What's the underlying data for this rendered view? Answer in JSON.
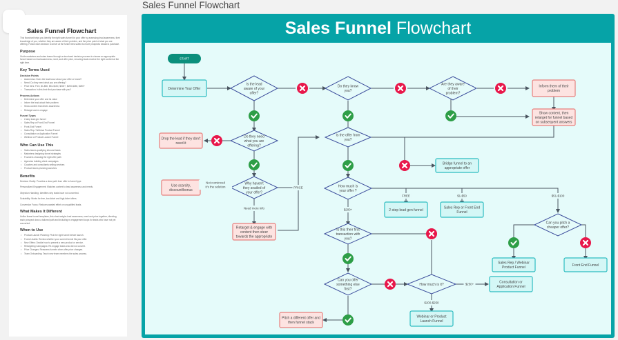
{
  "page_title": "Sales Funnel Flowchart",
  "doc_panel": {
    "icon": "document-icon",
    "title": "Sales Funnel Flowchart",
    "intro": "This flowchart helps you identify the right sales funnel for your offer by assessing lead awareness, their knowledge of you, whether they are aware of their problem, and the price point of what you are offering. Follow each decision to arrive at the funnel best suited to move prospects toward a purchase.",
    "sections": [
      {
        "heading": "Purpose",
        "paragraphs": [
          "Guide marketers and sales teams through a structured decision process to choose an appropriate funnel based on lead awareness, need, and offer price, ensuring leads receive the right content at the right time."
        ]
      },
      {
        "heading": "Key Terms Used",
        "groups": [
          {
            "label": "Decision Points",
            "items": [
              "Awareness: Does the lead know about your offer or brand?",
              "Need: Do they need what you are offering?",
              "Price tiers: Free, $1-$50, $51-$100, $200+, $200-$250, $250+",
              "Transaction: Is this their first purchase with you?"
            ]
          },
          {
            "label": "Process Actions",
            "items": [
              "Determine your offer and its value",
              "Inform the lead about their problem",
              "Show content that drives awareness",
              "Retarget and re-engage"
            ]
          },
          {
            "label": "Funnel Types",
            "items": [
              "2-step lead gen funnel",
              "Sales Rep or Front-End Funnel",
              "Front-End Funnel",
              "Sales Rep / Webinar Product Funnel",
              "Consultation or Application Funnel",
              "Webinar or Product Launch Funnel"
            ]
          }
        ]
      },
      {
        "heading": "Who Can Use This",
        "items": [
          "Sales teams qualifying inbound leads",
          "Marketers designing funnel strategies",
          "Founders choosing the right offer path",
          "Agencies building client campaigns",
          "Coaches and consultants selling services",
          "Product teams planning launches"
        ]
      },
      {
        "heading": "Benefits",
        "paragraphs": [
          "Decision Clarity: Provides a clear path from offer to funnel type.",
          "Personalized Engagement: Matches content to lead awareness and needs.",
          "Objection Handling: Identifies why leads have not converted.",
          "Scalability: Works for free, low-ticket and high-ticket offers.",
          "Conversion Focus: Reduces wasted effort on unqualified leads."
        ]
      },
      {
        "heading": "What Makes It Different",
        "paragraphs": [
          "Unlike linear funnel templates, this chart weighs lead awareness, need and price together, directing each prospect down a tailored path and including re-engagement loops for leads who have not yet converted."
        ]
      },
      {
        "heading": "When to Use",
        "items": [
          "Product Launch Planning: Pick the right funnel before launch.",
          "Funnel Audits: Review whether your current funnel fits your offer.",
          "New Offers: Decide how to present a new product or service.",
          "Retargeting Campaigns: Re-engage leads who did not convert.",
          "Price Changes: Reassess funnels when offer price changes.",
          "Team Onboarding: Teach new team members the sales process."
        ]
      }
    ]
  },
  "board": {
    "title_bold": "Sales Funnel",
    "title_light": "Flowchart",
    "colors": {
      "header": "#06a3a7",
      "canvas": "#e5fbfa",
      "start": "#0b8f7c",
      "process_fill": "#d4f7f6",
      "process_stroke": "#2cbcc0",
      "alert_fill": "#fde3e1",
      "alert_stroke": "#e77f7c",
      "decision_stroke": "#3b4c9b",
      "yes": "#2e9e47",
      "no": "#e8174a",
      "line": "#4a5560"
    }
  },
  "flowchart": {
    "nodes": {
      "start": "START",
      "determine_offer": "Determine Your Offer",
      "q_aware_offer": [
        "Is the lead",
        "aware of your",
        "offer?"
      ],
      "q_know_you": [
        "Do they know",
        "you?"
      ],
      "q_aware_problem": [
        "Are they aware",
        "of their",
        "problem?"
      ],
      "inform_problem": [
        "Inform them of their",
        "problem"
      ],
      "show_content": [
        "Show content, then",
        "retarget for funnel based",
        "on subsequent answers"
      ],
      "q_need": [
        "Do they need",
        "what you are",
        "offering?"
      ],
      "drop_lead": [
        "Drop the lead if they don't",
        "need it"
      ],
      "q_why_not": [
        "Why haven't",
        "they availed of",
        "your offer?"
      ],
      "use_scarcity": [
        "Use scarcity,",
        "discount/bonus"
      ],
      "retarget": [
        "Retarget & engage with",
        "content then steer",
        "towards the appropriate"
      ],
      "q_offer_from_you": [
        "Is the offer from",
        "you?"
      ],
      "bridge_funnel": [
        "Bridge funnel to an",
        "appropriate offer"
      ],
      "q_how_much": [
        "How much is",
        "your offer ?"
      ],
      "two_step": "2-step lead gen funnel",
      "sales_rep_front": [
        "Sales Rep or Front End",
        "Funnel"
      ],
      "q_cheaper": [
        "Can you pitch a",
        "cheaper offer?"
      ],
      "sales_rep_webinar": [
        "Sales Rep / Webinar",
        "Product Funnel"
      ],
      "front_end": "Front End Funnel",
      "q_first_transaction": [
        "Is this their first",
        "transaction with",
        "you?"
      ],
      "q_offer_else": [
        "Can you offer",
        "something else",
        "first?"
      ],
      "q_how_much_2": "How much is it?",
      "consultation": [
        "Consultation or",
        "Application Funnel"
      ],
      "webinar_launch": [
        "Webinar or Product",
        "Launch Funnel"
      ],
      "pitch_different": [
        "Pitch a different offer and",
        "then funnel stack"
      ]
    },
    "edge_labels": {
      "not_convinced": [
        "Not convinced",
        "it's the solution"
      ],
      "price": "PRICE",
      "need_more_info": "Need more info",
      "free": "FREE",
      "tier_1_50": "$1-$50",
      "tier_51_100": "$51-$100",
      "tier_200_plus": "$200+",
      "tier_250_plus": "$250+",
      "tier_200_250": "$200-$250"
    },
    "badges": {
      "yes_icon": "check-icon",
      "no_icon": "close-icon"
    }
  }
}
